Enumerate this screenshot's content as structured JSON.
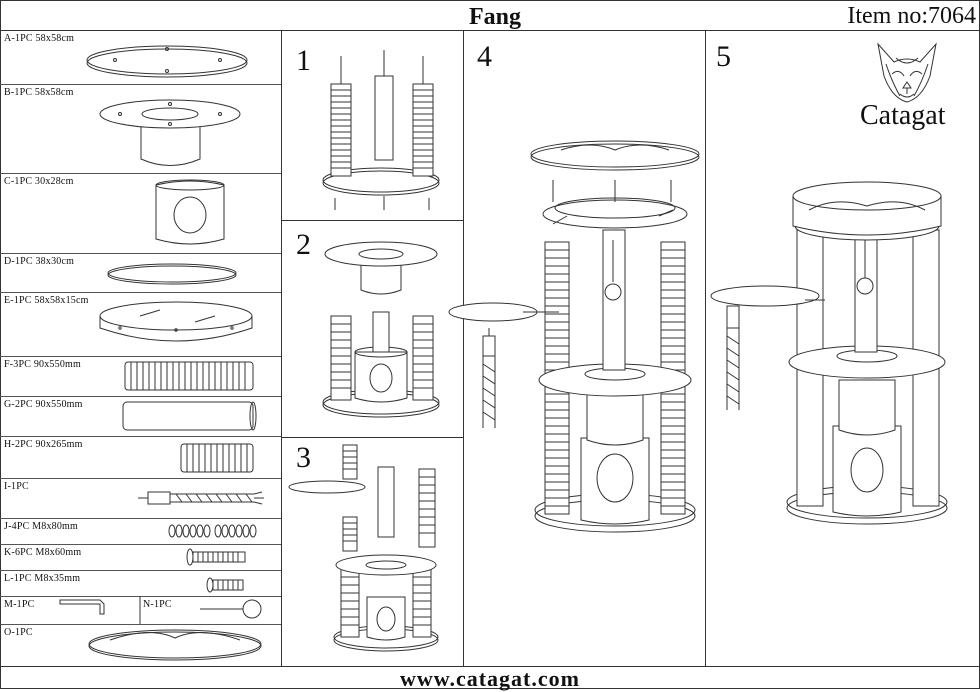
{
  "header": {
    "title": "Fang",
    "item_no": "Item no:7064"
  },
  "parts": [
    {
      "label": "A-1PC  58x58cm"
    },
    {
      "label": "B-1PC  58x58cm"
    },
    {
      "label": "C-1PC  30x28cm"
    },
    {
      "label": "D-1PC  38x30cm"
    },
    {
      "label": "E-1PC  58x58x15cm"
    },
    {
      "label": "F-3PC  90x550mm"
    },
    {
      "label": "G-2PC  90x550mm"
    },
    {
      "label": "H-2PC  90x265mm"
    },
    {
      "label": "I-1PC"
    },
    {
      "label": "J-4PC  M8x80mm"
    },
    {
      "label": "K-6PC  M8x60mm"
    },
    {
      "label": "L-1PC  M8x35mm"
    },
    {
      "label": "M-1PC"
    },
    {
      "label": "N-1PC"
    },
    {
      "label": "O-1PC"
    }
  ],
  "steps": [
    "1",
    "2",
    "3",
    "4",
    "5"
  ],
  "brand": {
    "name": "Catagat",
    "logo_icon": "cat-head-logo-icon"
  },
  "footer": {
    "url": "www.catagat.com"
  }
}
